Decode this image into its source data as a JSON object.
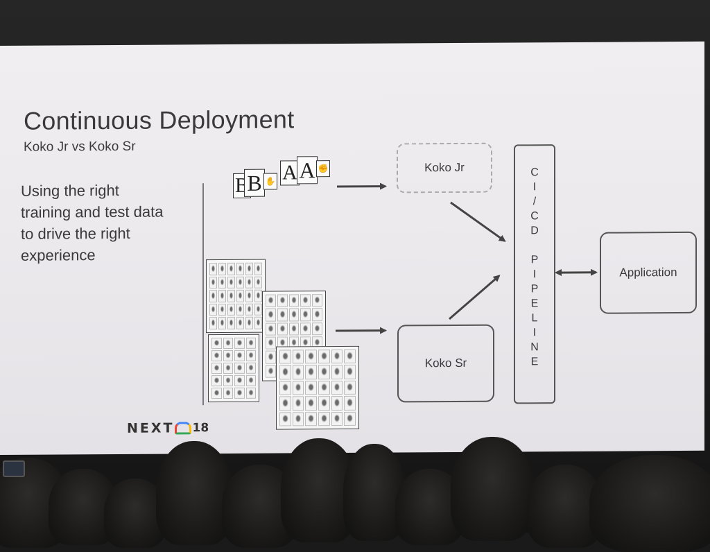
{
  "slide": {
    "title": "Continuous Deployment",
    "subtitle": "Koko Jr vs Koko Sr",
    "body_lines": [
      "Using the right",
      "training and test data",
      "to drive the right",
      "experience"
    ]
  },
  "diagram": {
    "koko_jr": "Koko Jr",
    "koko_sr": "Koko Sr",
    "pipeline_letters": [
      "C",
      "I",
      "/",
      "C",
      "D",
      "",
      "P",
      "I",
      "P",
      "E",
      "L",
      "I",
      "N",
      "E"
    ],
    "application": "Application",
    "sign_cards": [
      "B",
      "B",
      "A",
      "A"
    ]
  },
  "logo": {
    "text_left": "NEXT",
    "text_right": "18"
  },
  "colors": {
    "slide_bg": "#ece9ec",
    "text": "#3a3a3e",
    "stroke": "#555555"
  }
}
